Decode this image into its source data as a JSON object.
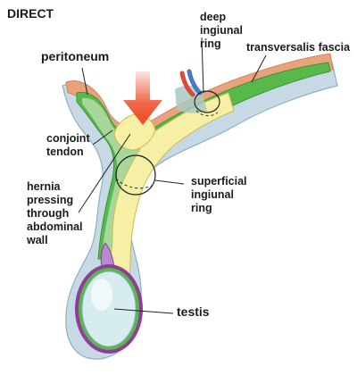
{
  "title": "DIRECT",
  "labels": {
    "peritoneum": "peritoneum",
    "deep_ring": [
      "deep",
      "ingiunal",
      "ring"
    ],
    "transversalis": "transversalis fascia",
    "conjoint": [
      "conjoint",
      "tendon"
    ],
    "superficial_ring": [
      "superficial",
      "ingiunal",
      "ring"
    ],
    "hernia": [
      "hernia",
      "pressing",
      "through",
      "abdominal",
      "wall"
    ],
    "testis": "testis"
  },
  "colors": {
    "outer_fascia": "#c7d9e4",
    "outer_fascia_stroke": "#8fb0c2",
    "muscle": "#e9a37c",
    "green_layer": "#58b84c",
    "green_inner": "#a8d79a",
    "canal": "#f6f0a6",
    "canal_stroke": "#c9bb50",
    "arrow": "#ee4a28",
    "testis_purple": "#8e3f95",
    "testis_fill": "#d7ecef",
    "vessel_red": "#d94a3a",
    "vessel_blue": "#4a76c4"
  }
}
